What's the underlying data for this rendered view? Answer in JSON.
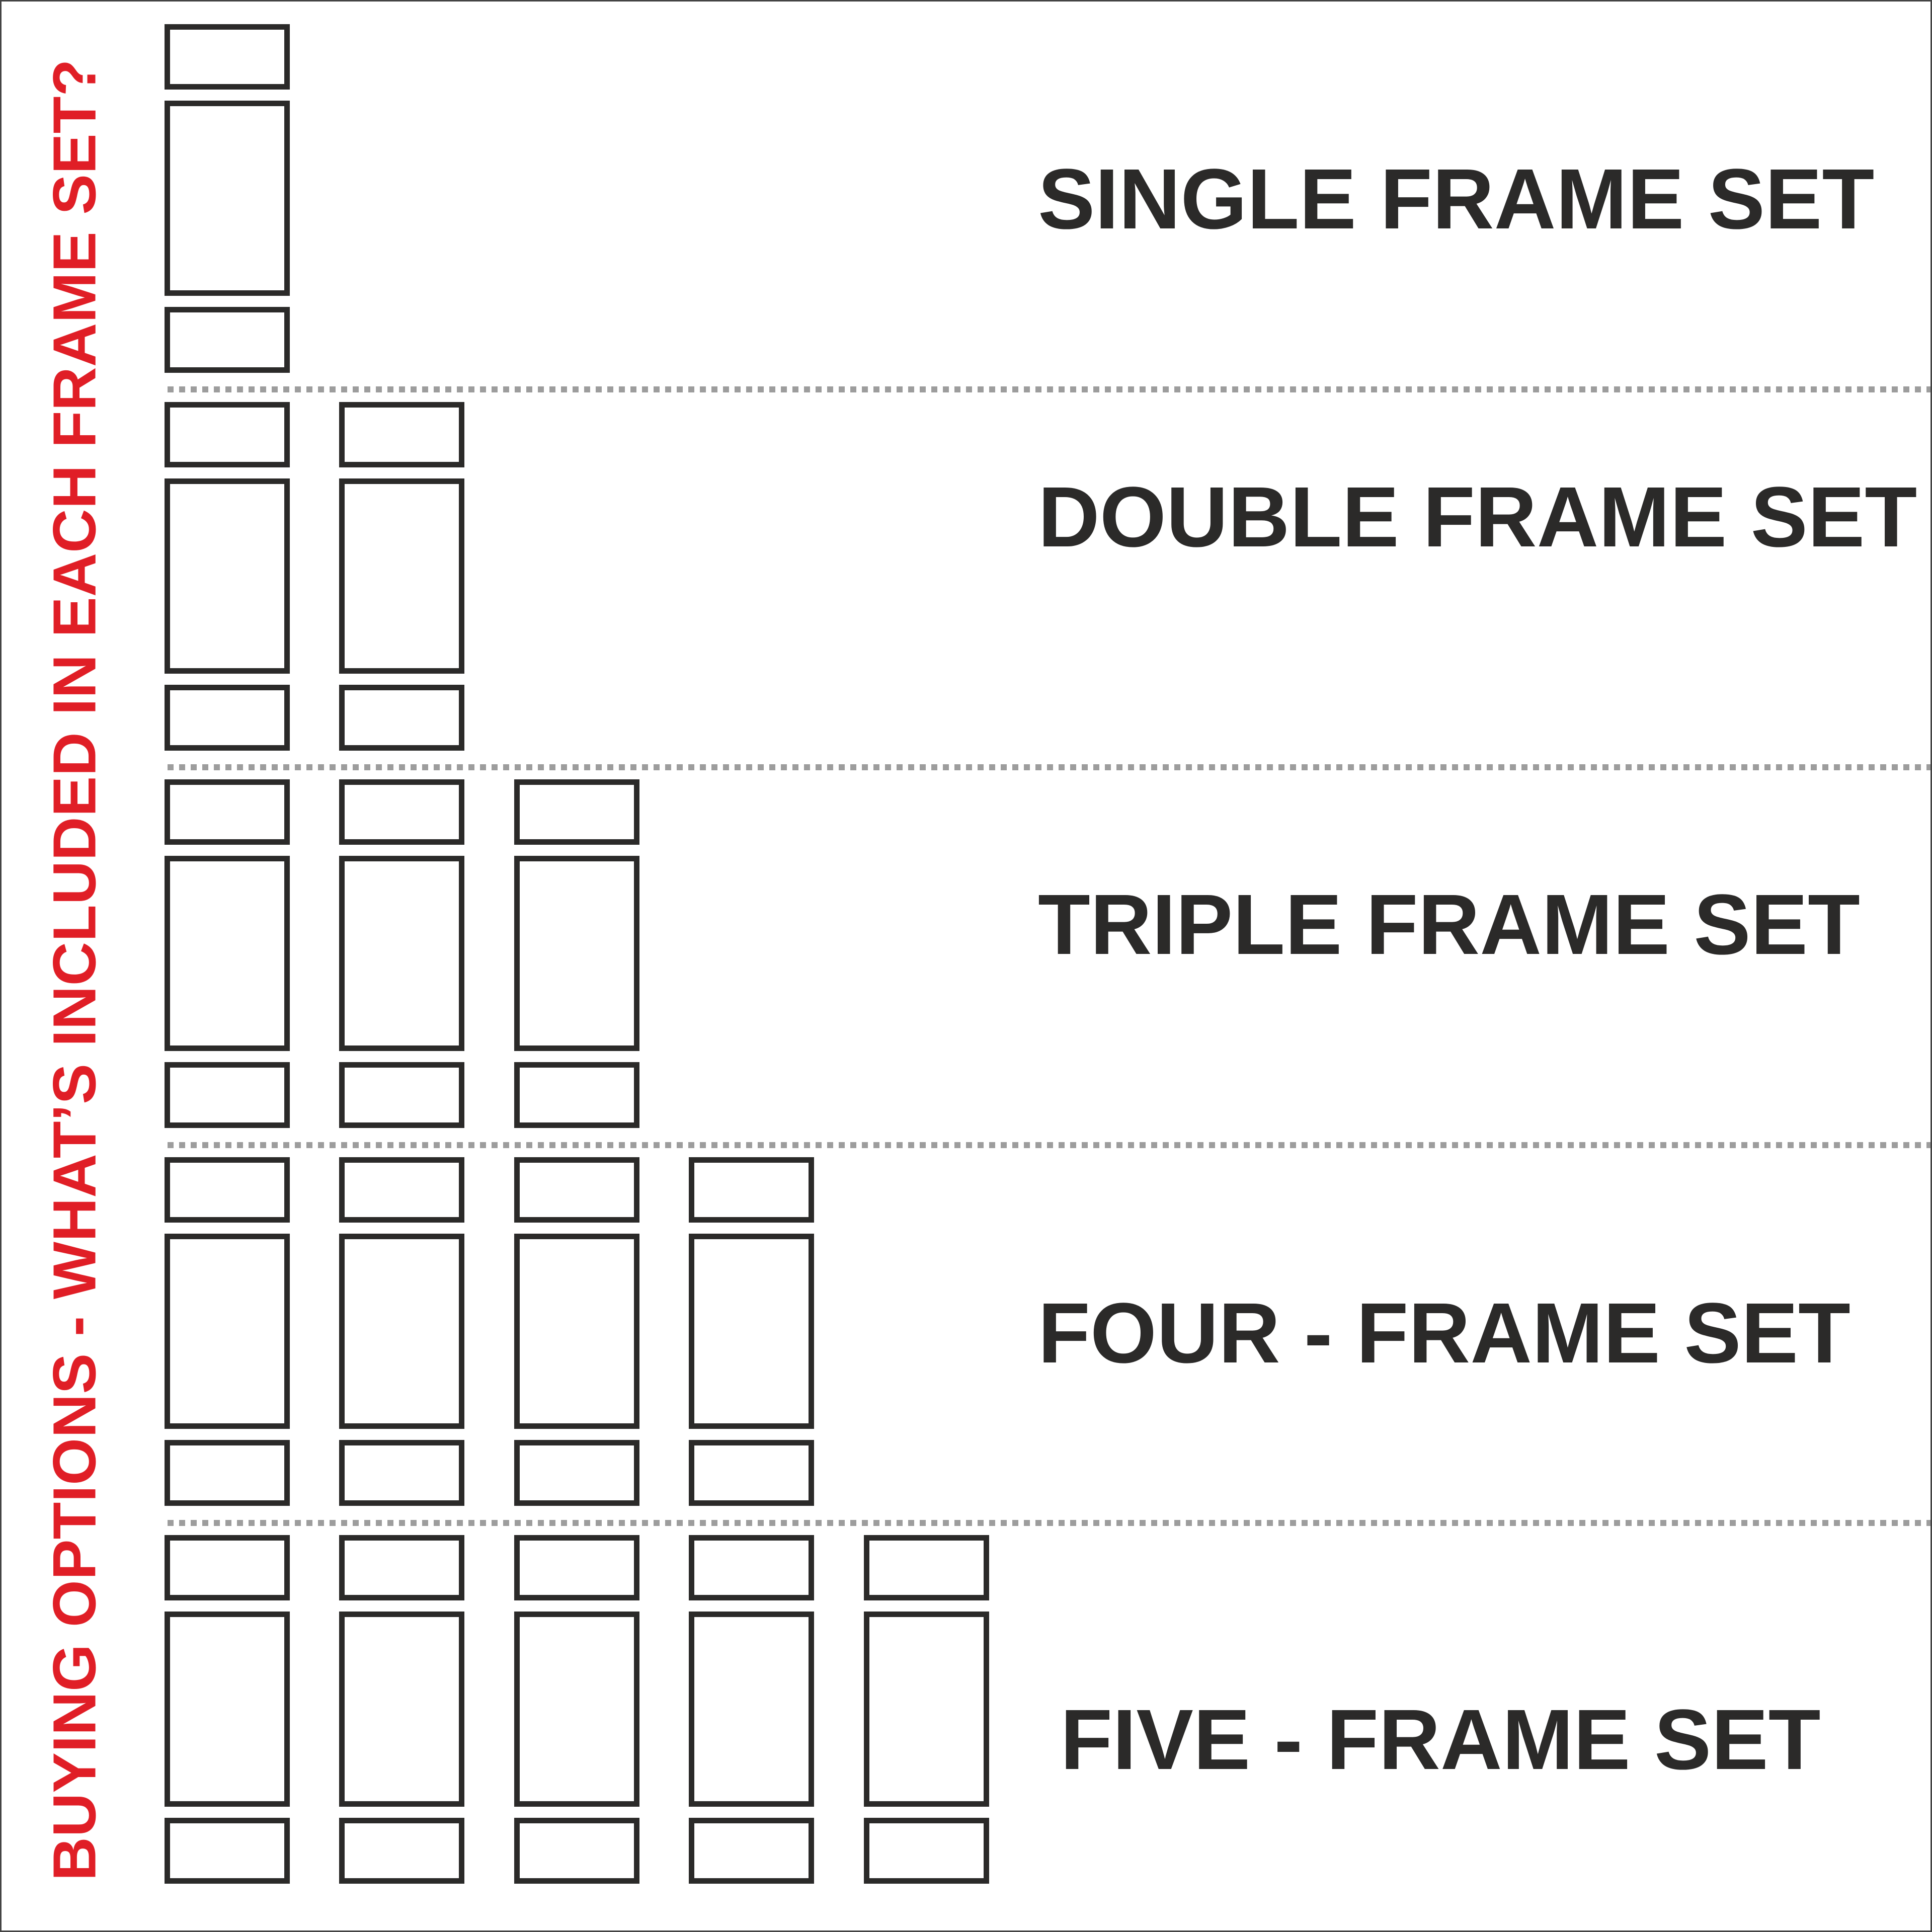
{
  "side_title": "BUYING OPTIONS - WHAT’S INCLUDED IN EACH FRAME SET?",
  "colors": {
    "title_red": "#e01e26",
    "frame_stroke": "#2b2a29",
    "label_text": "#2b2a29",
    "divider_dots": "#9d9d9d",
    "background": "#ffffff"
  },
  "sections": [
    {
      "label": "SINGLE FRAME SET",
      "frame_count": 1
    },
    {
      "label": "DOUBLE FRAME SET",
      "frame_count": 2
    },
    {
      "label": "TRIPLE FRAME SET",
      "frame_count": 3
    },
    {
      "label": "FOUR - FRAME SET",
      "frame_count": 4
    },
    {
      "label": "FIVE - FRAME SET",
      "frame_count": 5
    }
  ],
  "frame_column_parts": [
    "small-top",
    "tall",
    "small-bottom"
  ]
}
